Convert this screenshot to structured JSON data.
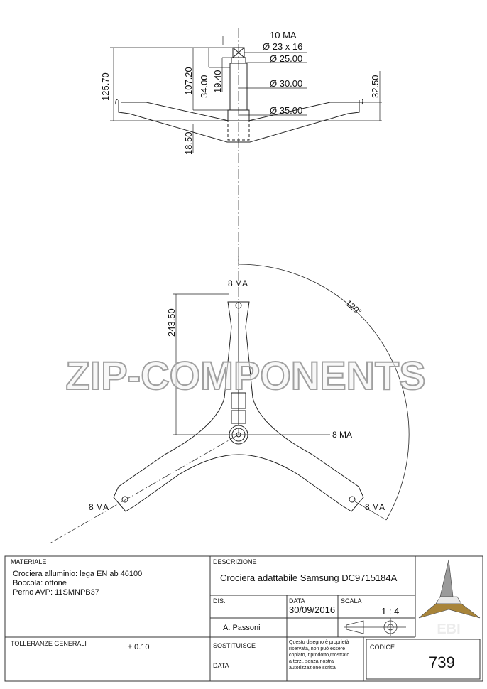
{
  "drawing": {
    "side_view": {
      "thread_top": "10 MA",
      "bushing": "Ø 23 x 16",
      "dia_25": "Ø 25.00",
      "dia_30": "Ø 30.00",
      "dia_35": "Ø 35.00",
      "dim_125": "125.70",
      "dim_107": "107.20",
      "dim_34": "34.00",
      "dim_19": "19.40",
      "dim_32": "32.50",
      "dim_18": "18.50"
    },
    "top_view": {
      "thread_top": "8 MA",
      "thread_center": "8 MA",
      "thread_left": "8 MA",
      "thread_right": "8 MA",
      "dim_243": "243.50",
      "angle": "120°"
    },
    "watermark": "ZIP-COMPONENTS"
  },
  "title_block": {
    "materiale_label": "MATERIALE",
    "materiale_lines": [
      "Crociera alluminio: lega EN ab 46100",
      "Boccola: ottone",
      "Perno AVP: 11SMNPB37"
    ],
    "descrizione_label": "DESCRIZIONE",
    "descrizione": "Crociera adattabile Samsung DC9715184A",
    "dis_label": "DIS.",
    "data_label": "DATA",
    "data_value": "30/09/2016",
    "scala_label": "SCALA",
    "scala_value": "1 : 4",
    "author": "A. Passoni",
    "tolleranze_label": "TOLLERANZE GENERALI",
    "tolleranze_value": "± 0.10",
    "sostituisce_label": "SOSTITUISCE",
    "data2_label": "DATA",
    "note_lines": [
      "Questo disegno è proprietà",
      "riservata, non può essere",
      "copiato, riprodotto,mostrato",
      "a terzi, senza nostra",
      "autorizzazione scritta"
    ],
    "codice_label": "CODICE",
    "codice_value": "739",
    "logo_text": "EBI",
    "logo_colors": {
      "gray": "#a9a9a9",
      "gold": "#a8843a"
    }
  }
}
